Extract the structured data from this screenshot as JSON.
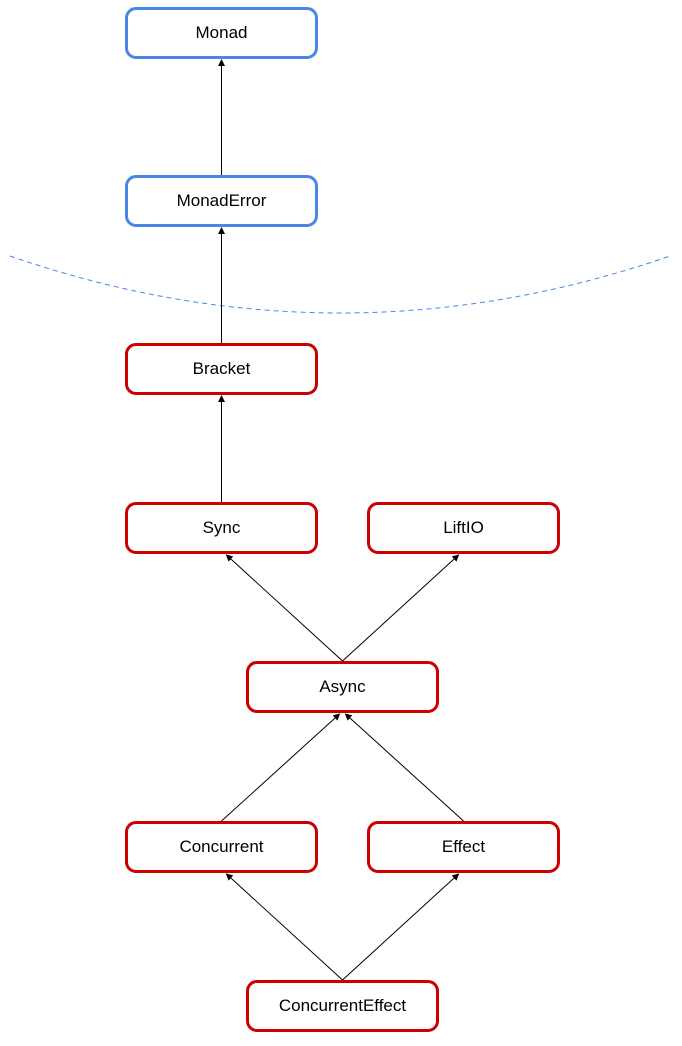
{
  "colors": {
    "blue_border": "#4a86e8",
    "red_border": "#cc0000",
    "edge": "#000000",
    "divider": "#4a86e8"
  },
  "nodes": {
    "monad": {
      "label": "Monad",
      "group": "blue"
    },
    "monaderror": {
      "label": "MonadError",
      "group": "blue"
    },
    "bracket": {
      "label": "Bracket",
      "group": "red"
    },
    "sync": {
      "label": "Sync",
      "group": "red"
    },
    "liftio": {
      "label": "LiftIO",
      "group": "red"
    },
    "async": {
      "label": "Async",
      "group": "red"
    },
    "concurrent": {
      "label": "Concurrent",
      "group": "red"
    },
    "effect": {
      "label": "Effect",
      "group": "red"
    },
    "concurrenteffect": {
      "label": "ConcurrentEffect",
      "group": "red"
    }
  },
  "edges": [
    {
      "from": "monaderror",
      "to": "monad"
    },
    {
      "from": "bracket",
      "to": "monaderror"
    },
    {
      "from": "sync",
      "to": "bracket"
    },
    {
      "from": "async",
      "to": "sync"
    },
    {
      "from": "async",
      "to": "liftio"
    },
    {
      "from": "concurrent",
      "to": "async"
    },
    {
      "from": "effect",
      "to": "async"
    },
    {
      "from": "concurrenteffect",
      "to": "concurrent"
    },
    {
      "from": "concurrenteffect",
      "to": "effect"
    }
  ]
}
